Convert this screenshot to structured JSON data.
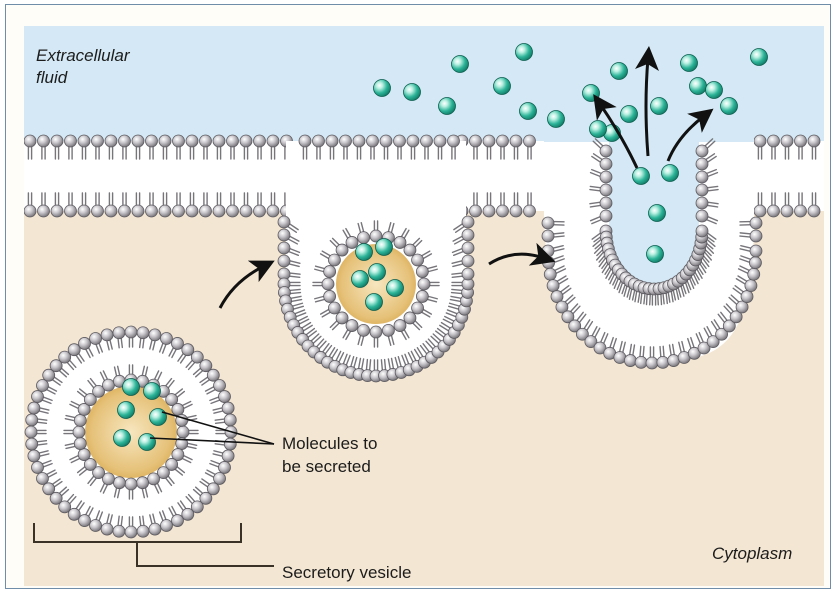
{
  "diagram": {
    "title": "Exocytosis of a secretory vesicle",
    "regions": {
      "extracellular_label": [
        "Extracellular",
        "fluid"
      ],
      "cytoplasm_label": "Cytoplasm"
    },
    "callouts": {
      "molecules_label": [
        "Molecules to",
        "be secreted"
      ],
      "vesicle_label": "Secretory vesicle"
    },
    "stages": [
      {
        "id": "vesicle-free",
        "description": "Free secretory vesicle containing molecules in cytoplasm",
        "molecule_count": 6
      },
      {
        "id": "vesicle-docking",
        "description": "Vesicle fusing with plasma membrane",
        "molecule_count": 6
      },
      {
        "id": "vesicle-fused",
        "description": "Vesicle membrane merged with plasma membrane, molecules released",
        "molecule_count": 4
      }
    ],
    "released_molecule_count": 19,
    "colors": {
      "extracellular": "#d4e9f5",
      "cytoplasm": "#f3e6d2",
      "vesicle_lumen": "#e0b45c",
      "molecule": "#1fa38a",
      "lipid_head": "#a9a6ab",
      "lipid_tail": "#77757a",
      "arrow": "#111111",
      "frame_border": "#6f8ca8"
    }
  }
}
